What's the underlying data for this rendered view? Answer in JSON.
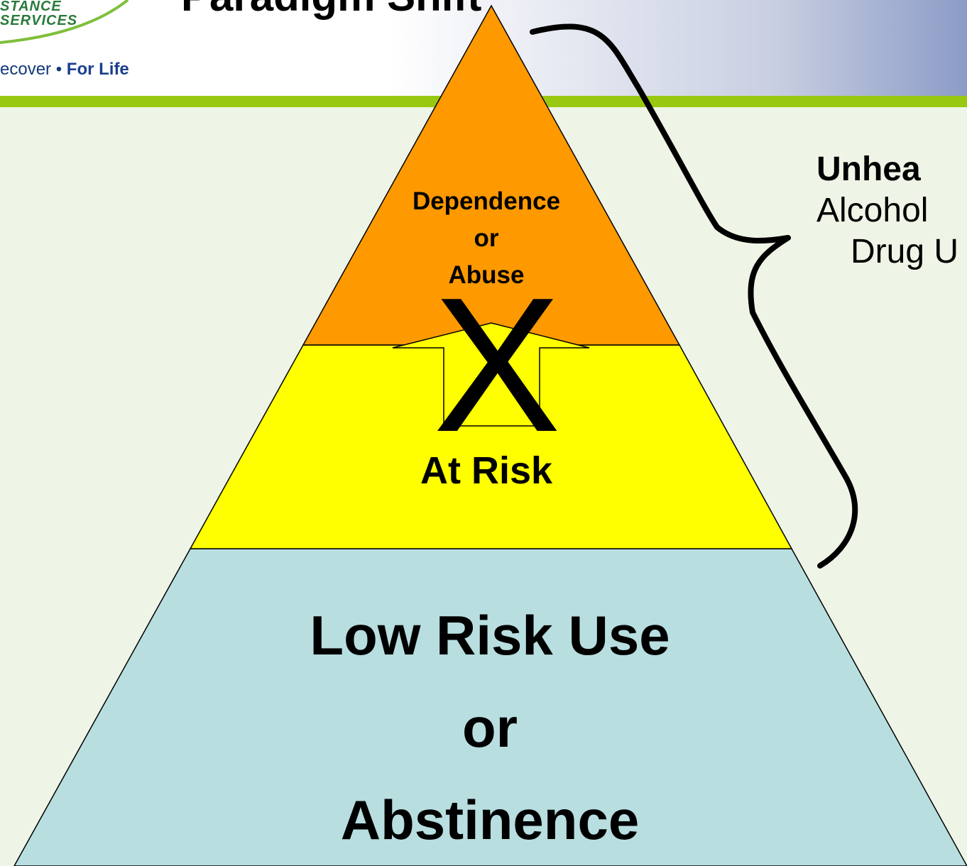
{
  "header": {
    "logo_line1": "STANCE",
    "logo_line2": "SERVICES",
    "tagline_part1": "ecover • ",
    "tagline_part2": "For Life",
    "title": "Paradigm Shift"
  },
  "pyramid": {
    "top_tier": {
      "line1": "Dependence",
      "line2": "or",
      "line3": "Abuse",
      "color": "#ff9900"
    },
    "middle_tier": {
      "label": "At Risk",
      "color": "#ffff00"
    },
    "bottom_tier": {
      "line1": "Low Risk Use",
      "line2": "or",
      "line3": "Abstinence",
      "color": "#b8dee0"
    },
    "x_mark": "X"
  },
  "side_label": {
    "line1": "Unhea",
    "line2": "Alcohol",
    "line3": "Drug U"
  },
  "colors": {
    "header_green": "#99c811",
    "background": "#eef5e6"
  }
}
